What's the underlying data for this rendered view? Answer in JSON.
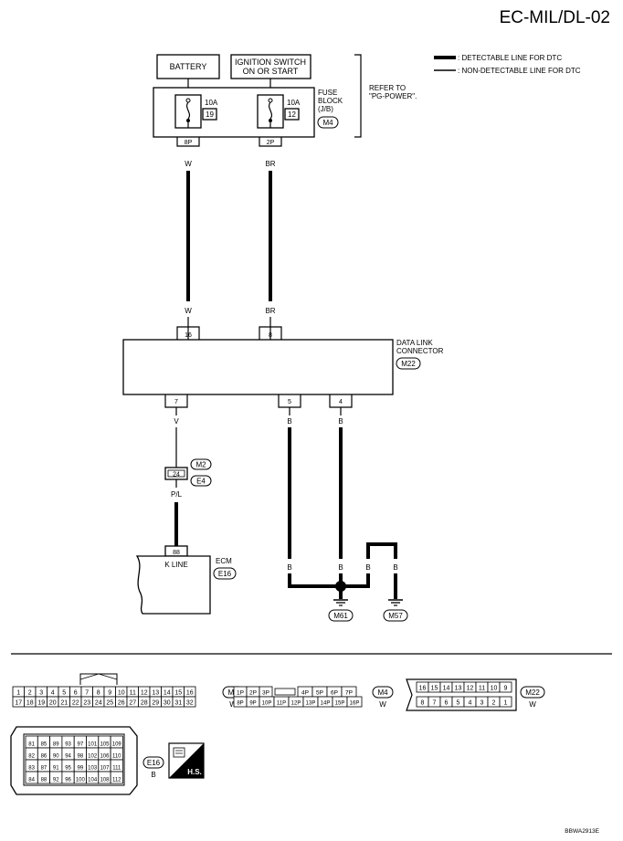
{
  "title": "EC-MIL/DL-02",
  "legend": {
    "detectable": ": DETECTABLE LINE FOR DTC",
    "non_detectable": ": NON-DETECTABLE LINE FOR DTC"
  },
  "sources": {
    "battery": "BATTERY",
    "ignition_line1": "IGNITION SWITCH",
    "ignition_line2": "ON OR START"
  },
  "fuse_block": {
    "line1": "FUSE",
    "line2": "BLOCK",
    "line3": "(J/B)",
    "connector": "M4",
    "fuse1_rating": "10A",
    "fuse1_num": "19",
    "fuse1_pin": "8P",
    "fuse2_rating": "10A",
    "fuse2_num": "12",
    "fuse2_pin": "2P"
  },
  "refer": {
    "line1": "REFER TO",
    "line2": "\"PG-POWER\"."
  },
  "wires": {
    "w": "W",
    "br": "BR",
    "v": "V",
    "pl": "P/L",
    "b": "B"
  },
  "dlc": {
    "line1": "DATA LINK",
    "line2": "CONNECTOR",
    "connector": "M22",
    "pin16": "16",
    "pin8": "8",
    "pin7": "7",
    "pin5": "5",
    "pin4": "4"
  },
  "joint": {
    "pin": "24",
    "conn1": "M2",
    "conn2": "E4"
  },
  "ecm": {
    "label": "ECM",
    "connector": "E16",
    "pin": "88",
    "kline": "K LINE"
  },
  "grounds": {
    "g1": "M61",
    "g2": "M57"
  },
  "connectors": {
    "m2": {
      "name": "M2",
      "color": "W",
      "row1": [
        "1",
        "2",
        "3",
        "4",
        "5",
        "6",
        "7",
        "8",
        "9",
        "10",
        "11",
        "12",
        "13",
        "14",
        "15",
        "16"
      ],
      "row2": [
        "17",
        "18",
        "19",
        "20",
        "21",
        "22",
        "23",
        "24",
        "25",
        "26",
        "27",
        "28",
        "29",
        "30",
        "31",
        "32"
      ]
    },
    "m4": {
      "name": "M4",
      "color": "W",
      "row1": [
        "1P",
        "2P",
        "3P",
        "",
        "4P",
        "5P",
        "6P",
        "7P"
      ],
      "row2": [
        "8P",
        "9P",
        "10P",
        "11P",
        "12P",
        "13P",
        "14P",
        "15P",
        "16P"
      ]
    },
    "m22": {
      "name": "M22",
      "color": "W",
      "row1": [
        "16",
        "15",
        "14",
        "13",
        "12",
        "11",
        "10",
        "9"
      ],
      "row2": [
        "8",
        "7",
        "6",
        "5",
        "4",
        "3",
        "2",
        "1"
      ]
    },
    "e16": {
      "name": "E16",
      "color": "B",
      "rows": [
        [
          "81",
          "85",
          "89",
          "93",
          "97",
          "101",
          "105",
          "109"
        ],
        [
          "82",
          "86",
          "90",
          "94",
          "98",
          "102",
          "106",
          "110"
        ],
        [
          "83",
          "87",
          "91",
          "95",
          "99",
          "103",
          "107",
          "111"
        ],
        [
          "84",
          "88",
          "92",
          "96",
          "100",
          "104",
          "108",
          "112"
        ]
      ]
    }
  },
  "hs_label": "H.S.",
  "footer_code": "BBWA2913E"
}
